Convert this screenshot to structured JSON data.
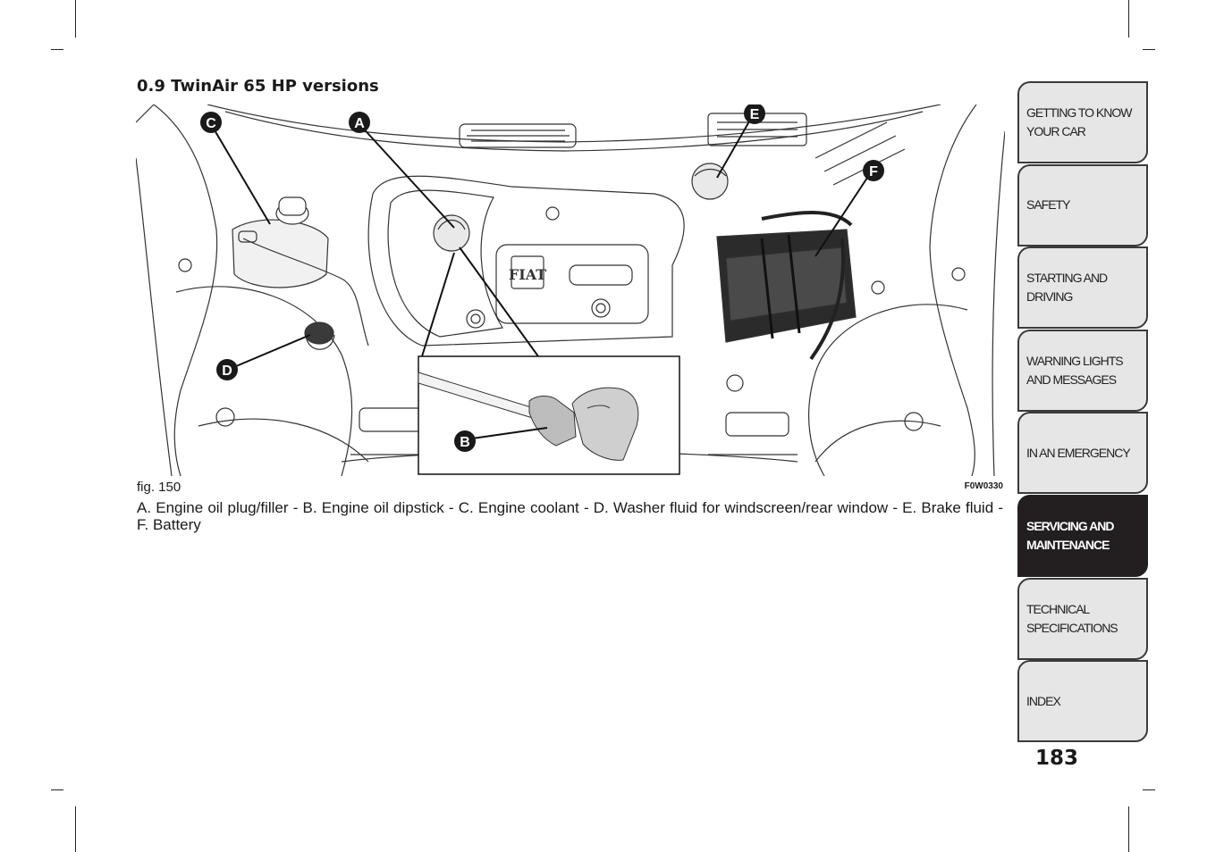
{
  "section": {
    "title": "0.9 TwinAir 65 HP versions"
  },
  "figure": {
    "label": "fig. 150",
    "code": "F0W0330",
    "callouts": [
      "A",
      "B",
      "C",
      "D",
      "E",
      "F"
    ],
    "logo_text": "FIAT"
  },
  "caption": "A. Engine oil plug/filler - B. Engine oil dipstick - C. Engine coolant - D. Washer fluid for windscreen/rear window - E. Brake fluid - F. Battery",
  "chapters": [
    {
      "label": "GETTING TO KNOW\nYOUR CAR",
      "active": false
    },
    {
      "label": "SAFETY",
      "active": false
    },
    {
      "label": "STARTING AND\nDRIVING",
      "active": false
    },
    {
      "label": "WARNING LIGHTS\nAND MESSAGES",
      "active": false
    },
    {
      "label": "IN AN EMERGENCY",
      "active": false
    },
    {
      "label": "SERVICING AND\nMAINTENANCE",
      "active": true
    },
    {
      "label": "TECHNICAL\nSPECIFICATIONS",
      "active": false
    },
    {
      "label": "INDEX",
      "active": false
    }
  ],
  "page_number": "183",
  "colors": {
    "tab_bg": "#e6e6e6",
    "tab_active_bg": "#231f20",
    "tab_border": "#3a3a3a"
  }
}
